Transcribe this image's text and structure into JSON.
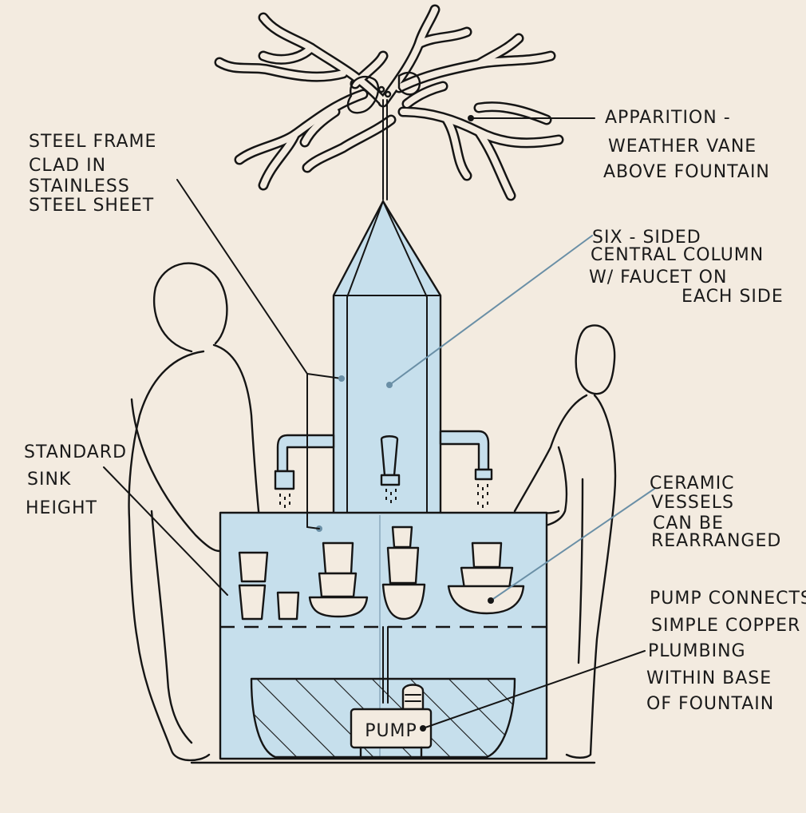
{
  "labels": {
    "apparition": [
      "APPARITION -",
      "WEATHER VANE",
      "ABOVE FOUNTAIN"
    ],
    "steel_frame": [
      "STEEL FRAME",
      "CLAD IN",
      "STAINLESS",
      "STEEL SHEET"
    ],
    "column": [
      "SIX - SIDED",
      "CENTRAL COLUMN",
      "W/ FAUCET ON",
      "EACH SIDE"
    ],
    "sink": [
      "STANDARD",
      "SINK",
      "HEIGHT"
    ],
    "ceramic": [
      "CERAMIC",
      "VESSELS",
      "CAN BE",
      "REARRANGED"
    ],
    "pump_note": [
      "PUMP CONNECTS",
      "SIMPLE COPPER",
      "PLUMBING",
      "WITHIN BASE",
      "OF FOUNTAIN"
    ],
    "pump_box": "PUMP"
  },
  "colors": {
    "background": "#f3ebe0",
    "steel_blue": "#c6dfec",
    "ink": "#151515",
    "leader_blue": "#6a8fa6"
  }
}
